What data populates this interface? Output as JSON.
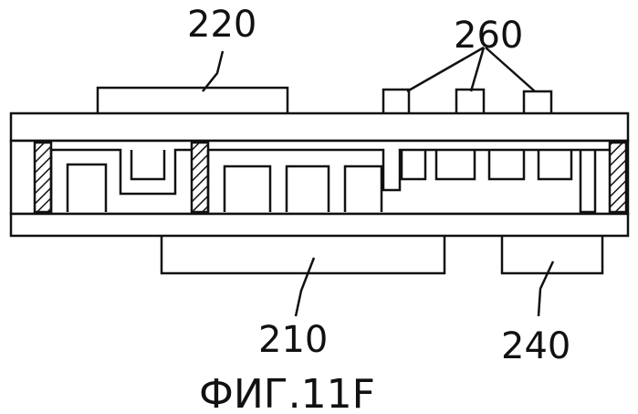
{
  "figure": {
    "caption": "ФИГ.11F",
    "labels": {
      "top_left": "220",
      "top_right": "260",
      "bottom_left": "210",
      "bottom_right": "240"
    }
  }
}
